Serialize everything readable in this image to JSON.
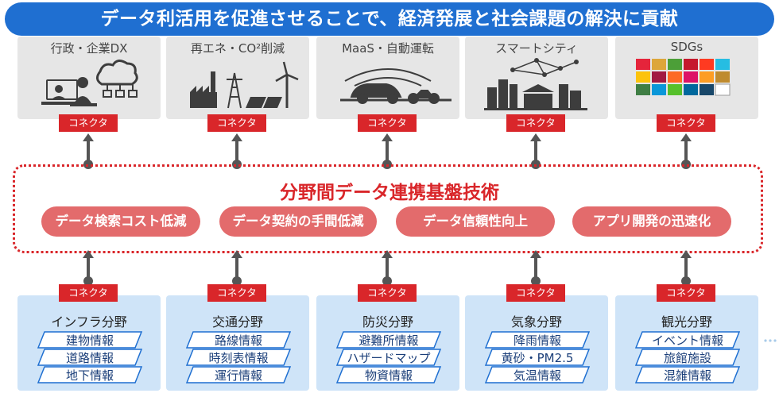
{
  "banner": {
    "text": "データ利活用を促進させることで、経済発展と社会課題の解決に貢献"
  },
  "domains": [
    {
      "title": "行政・企業DX",
      "icon": "office-workers-cloud-icon"
    },
    {
      "title": "再エネ・CO²削減",
      "icon": "factory-powerline-solar-wind-icon"
    },
    {
      "title": "MaaS・自動運転",
      "icon": "car-motorbike-sensor-icon"
    },
    {
      "title": "スマートシティ",
      "icon": "city-network-icon"
    },
    {
      "title": "SDGs",
      "icon": "sdgs-grid-icon"
    }
  ],
  "connector_label": "コネクタ",
  "platform": {
    "title": "分野間データ連携基盤技術",
    "features": [
      "データ検索コスト低減",
      "データ契約の手間低減",
      "データ信頼性向上",
      "アプリ開発の迅速化"
    ]
  },
  "fields": [
    {
      "title": "インフラ分野",
      "items": [
        "建物情報",
        "道路情報",
        "地下情報"
      ]
    },
    {
      "title": "交通分野",
      "items": [
        "路線情報",
        "時刻表情報",
        "運行情報"
      ]
    },
    {
      "title": "防災分野",
      "items": [
        "避難所情報",
        "ハザードマップ",
        "物資情報"
      ]
    },
    {
      "title": "気象分野",
      "items": [
        "降雨情報",
        "黄砂・PM2.5",
        "気温情報"
      ]
    },
    {
      "title": "観光分野",
      "items": [
        "イベント情報",
        "旅館施設",
        "混雑情報"
      ]
    }
  ],
  "colors": {
    "banner": "#1f6fd1",
    "accent_red": "#d9262a",
    "pill": "#e36b6c",
    "field_bg": "#cfe4f8",
    "layer_blue": "#1b3f7a"
  }
}
